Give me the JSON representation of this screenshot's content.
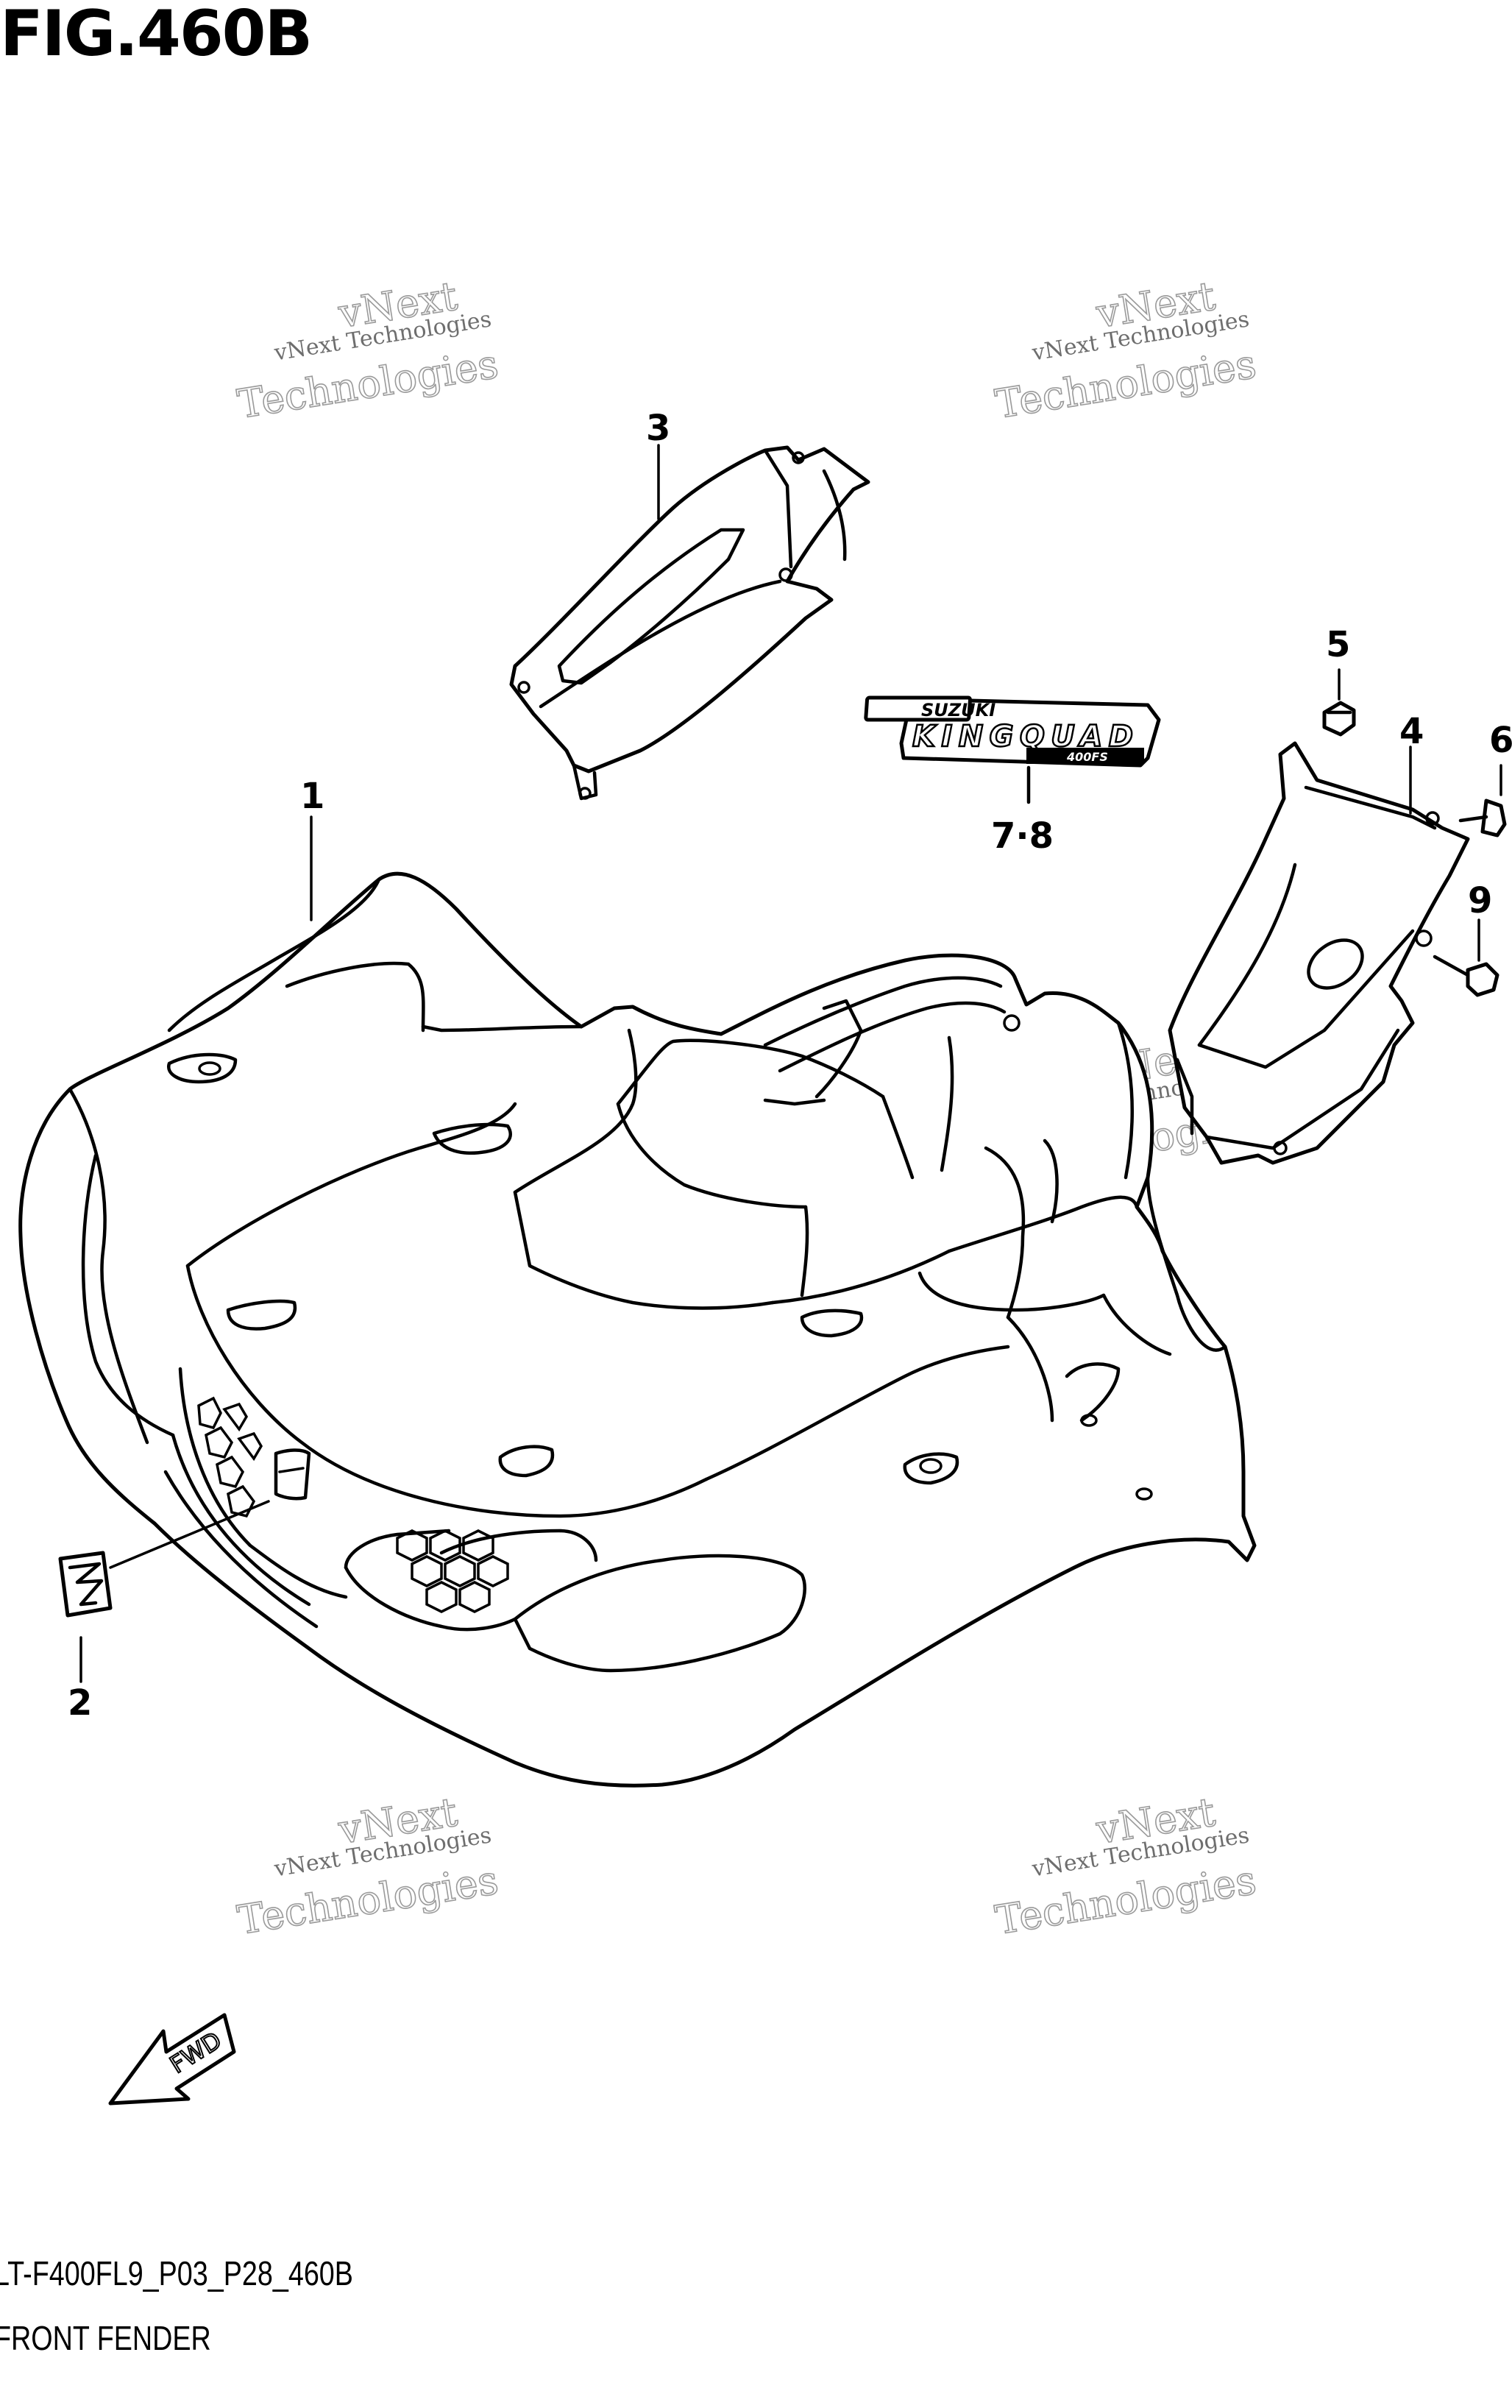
{
  "figure": {
    "title": "FIG.460B"
  },
  "footer": {
    "code": "LT-F400FL9_P03_P28_460B",
    "name": "FRONT FENDER"
  },
  "callouts": {
    "fender": "1",
    "emblem": "2",
    "cover_left": "3",
    "cover_right": "4",
    "nut": "5",
    "screw": "6",
    "bolt": "9",
    "decal": "7·8"
  },
  "decal": {
    "brand": "SUZUKI",
    "model": "KINGQUAD",
    "badge": "400FS"
  },
  "direction": {
    "label": "FWD"
  },
  "watermark": {
    "line1": "vNext Technologies",
    "big1": "vNext",
    "big2": "Technologies"
  }
}
